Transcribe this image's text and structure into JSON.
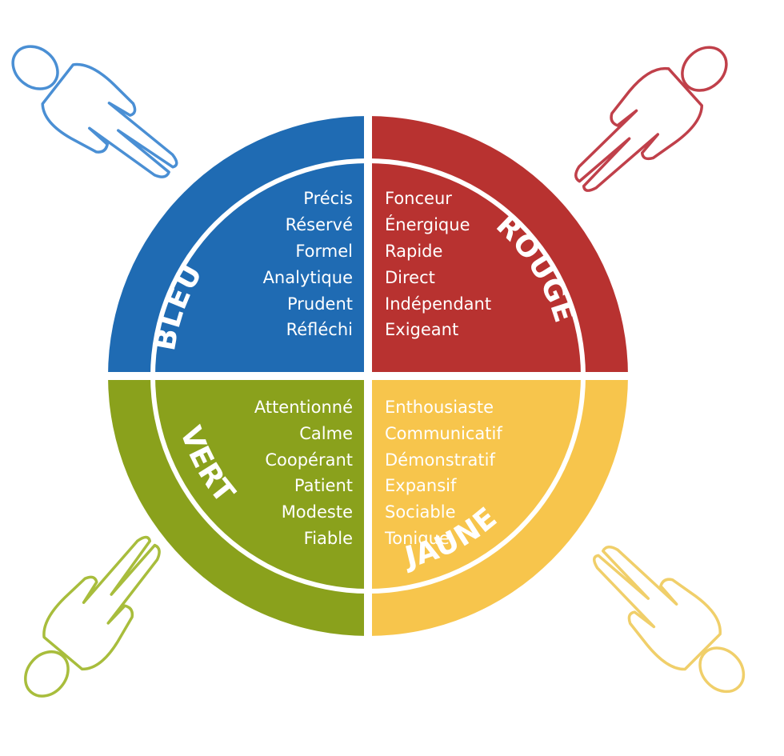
{
  "quadrants": {
    "blue": {
      "label": "BLEU",
      "color": "#1f6bb3",
      "traits": [
        "Précis",
        "Réservé",
        "Formel",
        "Analytique",
        "Prudent",
        "Réfléchi"
      ]
    },
    "red": {
      "label": "ROUGE",
      "color": "#b83230",
      "traits": [
        "Fonceur",
        "Énergique",
        "Rapide",
        "Direct",
        "Indépendant",
        "Exigeant"
      ]
    },
    "green": {
      "label": "VERT",
      "color": "#8aa11c",
      "traits": [
        "Attentionné",
        "Calme",
        "Coopérant",
        "Patient",
        "Modeste",
        "Fiable"
      ]
    },
    "yellow": {
      "label": "JAUNE",
      "color": "#f7c54c",
      "traits": [
        "Enthousiaste",
        "Communicatif",
        "Démonstratif",
        "Expansif",
        "Sociable",
        "Tonique"
      ]
    }
  },
  "figure_colors": {
    "blue": "#4a8fd4",
    "red": "#c0404a",
    "green": "#a8bd3c",
    "yellow": "#f0cf6a"
  }
}
